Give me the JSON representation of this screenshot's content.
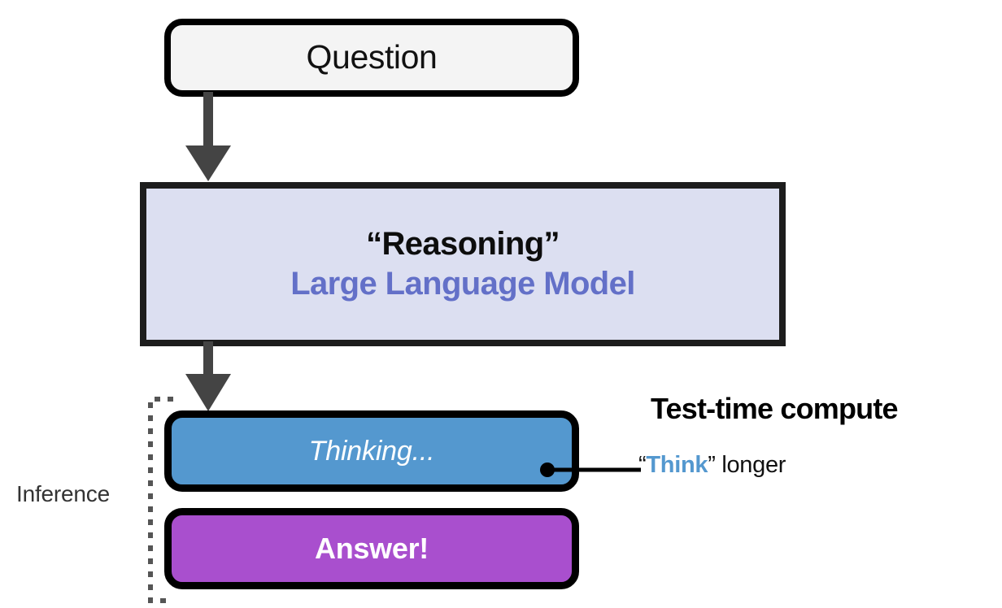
{
  "diagram": {
    "title": "Reasoning LLM test-time compute flow",
    "colors": {
      "question_fill": "#f4f4f4",
      "llm_fill": "#dcdff1",
      "llm_text_accent": "#6370c8",
      "thinking_fill": "#5498cf",
      "answer_fill": "#a94fce",
      "border": "#000000",
      "arrow": "#444444",
      "bracket": "#555555",
      "background": "#ffffff"
    }
  },
  "nodes": {
    "question": {
      "label": "Question",
      "shape": "rounded-rect"
    },
    "llm": {
      "line1": "“Reasoning”",
      "line2": "Large Language Model",
      "shape": "rect"
    },
    "thinking": {
      "label": "Thinking...",
      "shape": "rounded-rect"
    },
    "answer": {
      "label": "Answer!",
      "shape": "rounded-rect"
    }
  },
  "annotations": {
    "inference_label": "Inference",
    "testtime_heading": "Test-time compute",
    "think_longer": {
      "open_quote": "“",
      "keyword": "Think",
      "close_quote": "”",
      "rest": " longer"
    }
  },
  "edges": [
    {
      "from": "question",
      "to": "llm",
      "kind": "arrow-down"
    },
    {
      "from": "llm",
      "to": "thinking",
      "kind": "arrow-down"
    },
    {
      "from": "thinking",
      "to": "think_longer",
      "kind": "leader-line-dot"
    }
  ]
}
